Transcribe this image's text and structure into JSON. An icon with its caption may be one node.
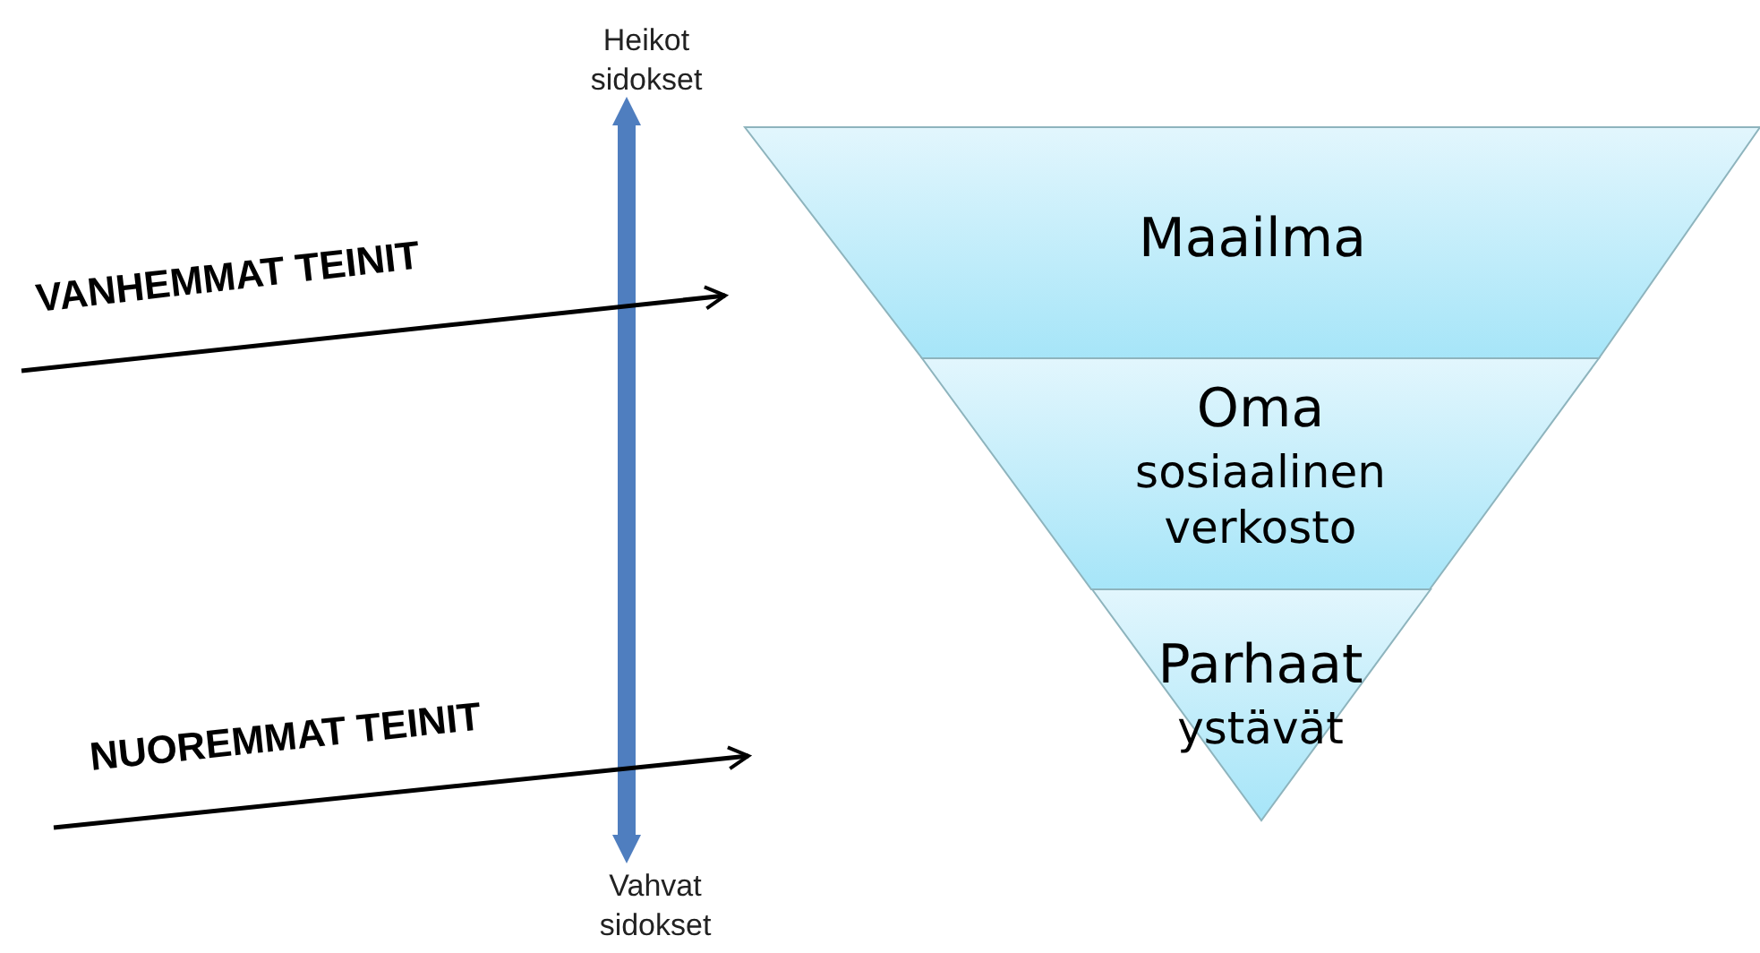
{
  "diagram": {
    "nodes": [
      {
        "text": [
          "Heikot sidokset"
        ]
      },
      {
        "text": [
          "Maailma"
        ]
      },
      {
        "text": [
          "Oma",
          "sosiaalinen verkosto"
        ]
      },
      {
        "text": [
          "Parhaat",
          "ystävät"
        ]
      },
      {
        "text": [
          "Vahvat sidokset"
        ]
      }
    ],
    "edges": [
      {
        "from": 0,
        "to": 4,
        "arrow": "both",
        "color": "#4f7ebf"
      }
    ],
    "labels": [
      "VANHEMMAT TEINIT",
      "NUOREMMAT TEINIT"
    ]
  }
}
